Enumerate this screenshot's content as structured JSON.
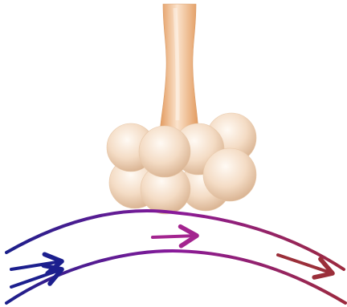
{
  "colors": {
    "background": "#ffffff",
    "bronchiole_light": "#fbe3cc",
    "bronchiole_mid": "#f3c59b",
    "bronchiole_dark": "#e29a5e",
    "alveolus_highlight": "#fffaf4",
    "alveolus_mid": "#f4dcc5",
    "alveolus_edge": "#d7b08e",
    "vessel_start": "#1b1f8a",
    "vessel_middle": "#8a1a9a",
    "vessel_end": "#9c2a3e",
    "arrow_deoxygenated": "#1c1f8e",
    "arrow_mixing": "#a3248f",
    "arrow_oxygenated": "#9b2f3a"
  },
  "icons": {
    "bronchiole": "bronchiole-tube",
    "alveoli": "alveolar-sac-cluster",
    "capillary": "capillary-vessel",
    "flow_arrows": [
      "flow-arrow-left",
      "flow-arrow-middle",
      "flow-arrow-right"
    ]
  }
}
